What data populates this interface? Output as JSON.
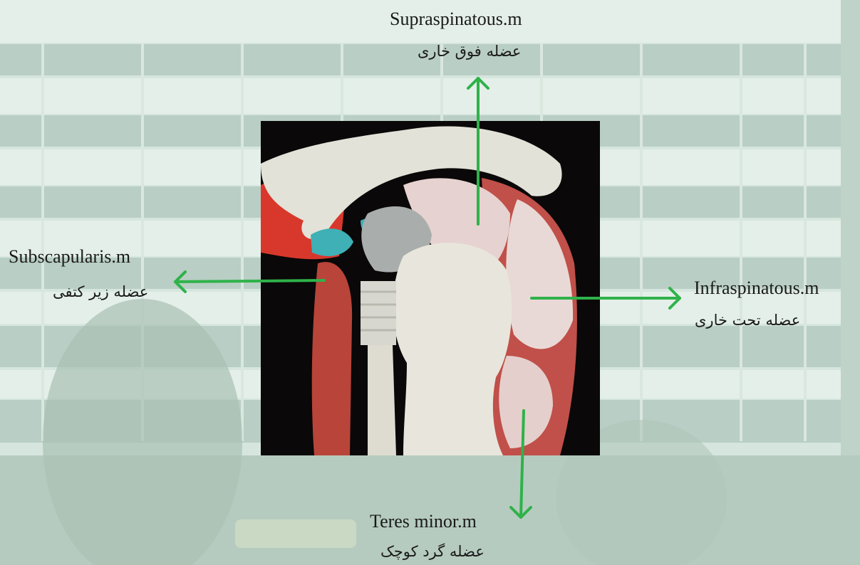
{
  "labels": {
    "supraspinatus": {
      "en": "Supraspinatous.m",
      "fa": "عضله فوق خاری"
    },
    "subscapularis": {
      "en": "Subscapularis.m",
      "fa": "عضله زیر کتفی"
    },
    "infraspinatus": {
      "en": "Infraspinatous.m",
      "fa": "عضله تحت خاری"
    },
    "teres_minor": {
      "en": "Teres minor.m",
      "fa": "عضله گرد کوچک"
    }
  },
  "colors": {
    "arrow": "#2fb24a",
    "background": "#c9dcd3",
    "muscle": "#c0392b",
    "bone": "#e8e6dc",
    "cartilage": "#3fb0b6"
  }
}
